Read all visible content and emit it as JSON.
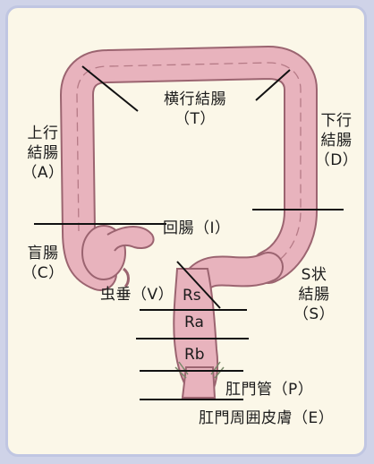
{
  "labels": {
    "transverse": {
      "line1": "横行結腸",
      "line2": "（T）"
    },
    "ascending": {
      "line1": "上行",
      "line2": "結腸",
      "line3": "（A）"
    },
    "descending": {
      "line1": "下行",
      "line2": "結腸",
      "line3": "（D）"
    },
    "cecum": {
      "line1": "盲腸",
      "line2": "（C）"
    },
    "ileum": "回腸（I）",
    "appendix": "虫垂（V）",
    "sigmoid": {
      "line1": "S状",
      "line2": "結腸",
      "line3": "（S）"
    },
    "anal_canal": "肛門管（P）",
    "perianal_skin": "肛門周囲皮膚（E）"
  },
  "rectum_segments": [
    "Rs",
    "Ra",
    "Rb"
  ],
  "colors": {
    "background": "#cfd3e8",
    "panel": "#fbf7e8",
    "colon_fill": "#e8b3bd",
    "colon_stroke": "#9b6470",
    "lines": "#111111"
  }
}
